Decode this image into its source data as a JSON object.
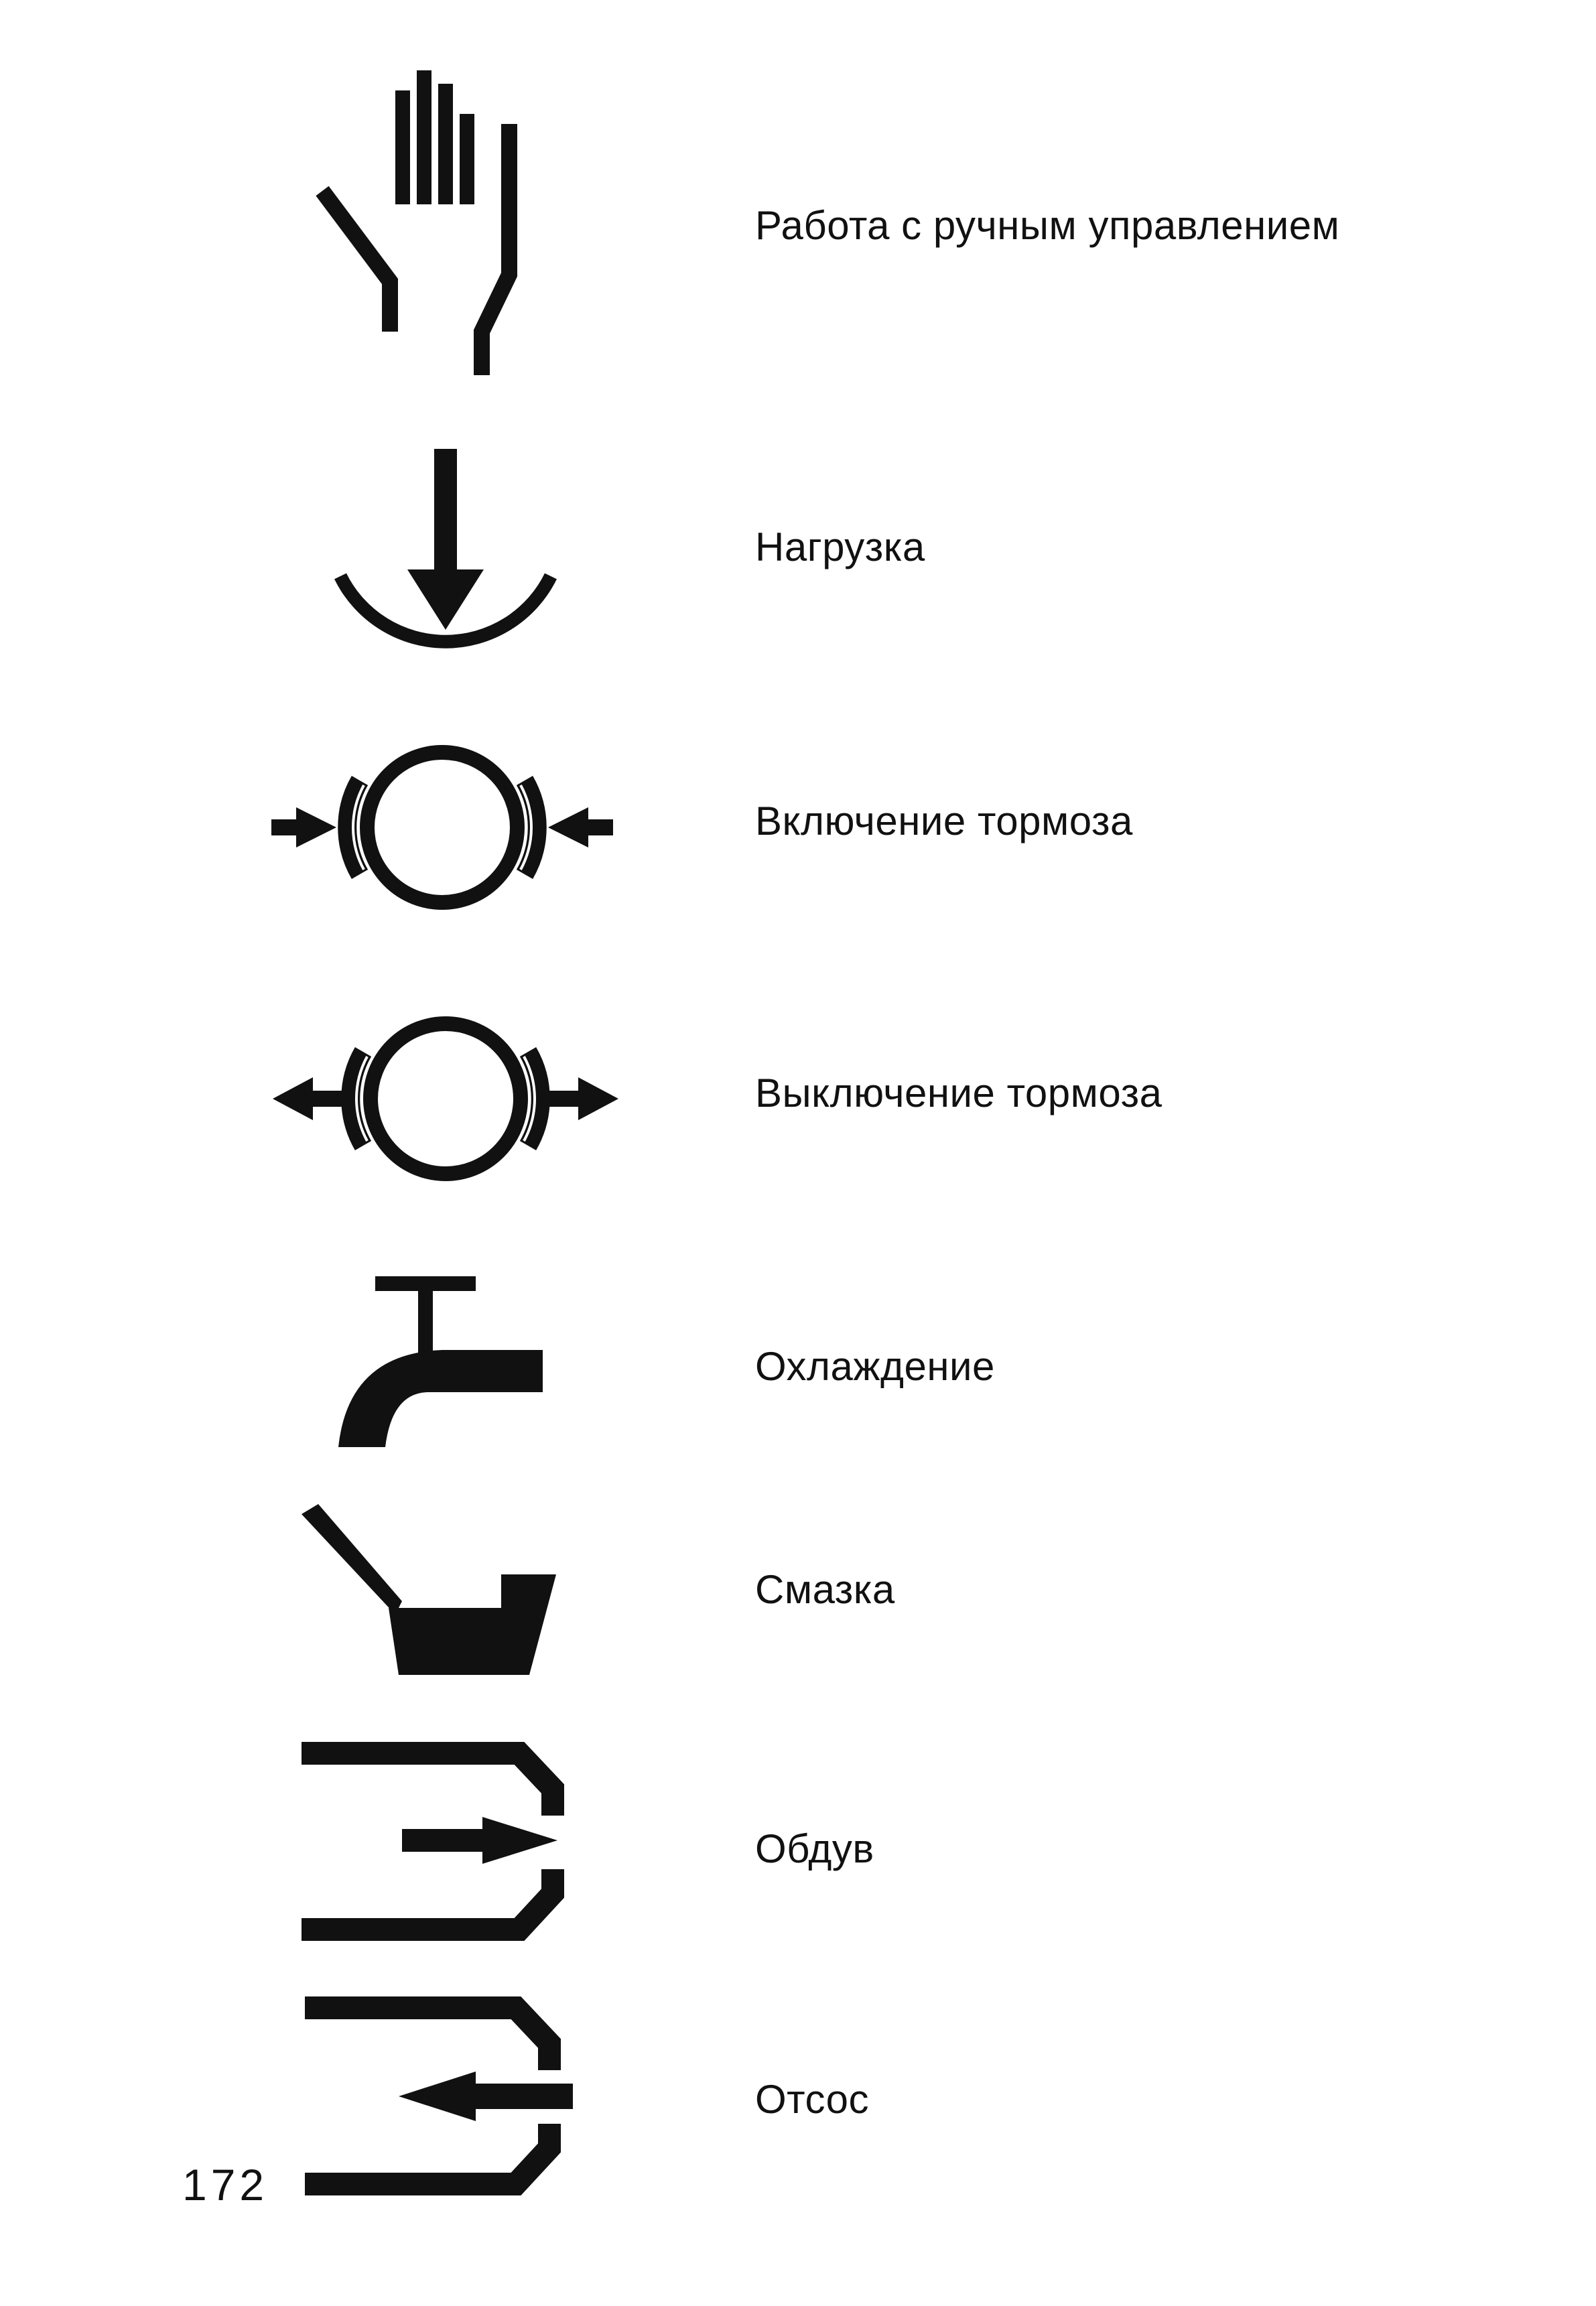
{
  "page_number": "172",
  "symbols": [
    {
      "icon": "hand-icon",
      "label": "Работа с ручным управлением"
    },
    {
      "icon": "load-icon",
      "label": "Нагрузка"
    },
    {
      "icon": "brake-on-icon",
      "label": "Включение тормоза"
    },
    {
      "icon": "brake-off-icon",
      "label": "Выключение тормоза"
    },
    {
      "icon": "coolant-tap-icon",
      "label": "Охлаждение"
    },
    {
      "icon": "oil-can-icon",
      "label": "Смазка"
    },
    {
      "icon": "blow-out-icon",
      "label": "Обдув"
    },
    {
      "icon": "suction-icon",
      "label": "Отсос"
    }
  ]
}
